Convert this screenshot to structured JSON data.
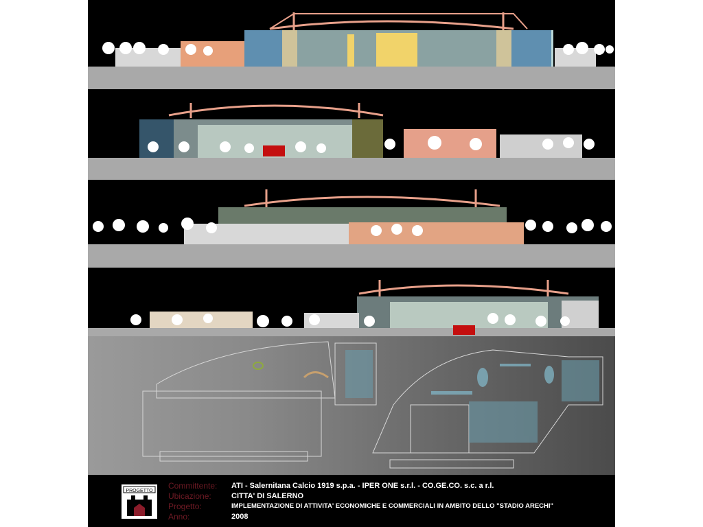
{
  "sheet": {
    "elevations": [
      {
        "name": "elevation-1"
      },
      {
        "name": "elevation-2"
      },
      {
        "name": "elevation-3"
      },
      {
        "name": "elevation-4"
      }
    ],
    "plan": {
      "name": "site-plan"
    }
  },
  "logo": {
    "text": "PROGETTO"
  },
  "title_block": {
    "committente_label": "Committente:",
    "committente_value": "ATI - Salernitana Calcio 1919 s.p.a. - IPER  ONE s.r.l. - CO.GE.CO. s.c. a r.l.",
    "ubicazione_label": "Ubicazione:",
    "ubicazione_value": "CITTA' DI SALERNO",
    "progetto_label": "Progetto:",
    "progetto_value": "IMPLEMENTAZIONE DI ATTIVITA' ECONOMICHE E COMMERCIALI IN AMBITO DELLO \"STADIO ARECHI\"",
    "anno_label": "Anno:",
    "anno_value": "2008"
  },
  "colors": {
    "background": "#000000",
    "ground": "#a9a9a9",
    "label": "#6e1a24",
    "value": "#ffffff",
    "roof_truss": "#e8a08a"
  }
}
